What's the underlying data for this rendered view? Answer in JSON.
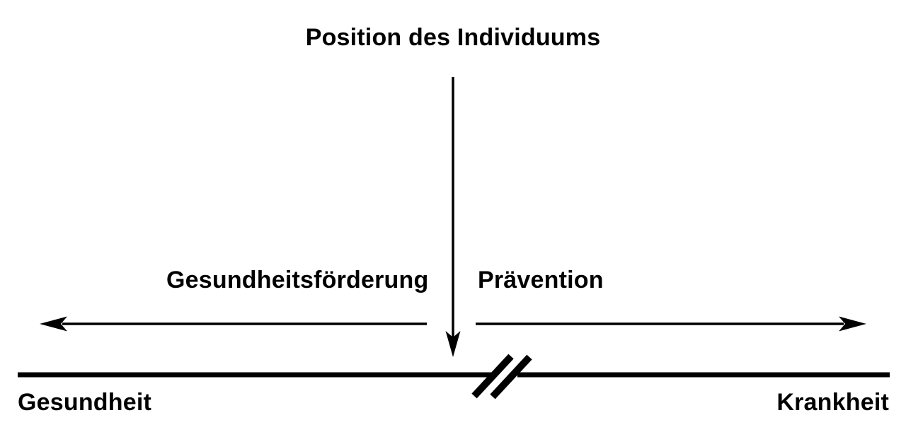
{
  "diagram": {
    "title": "Position des Individuums",
    "left_arrow_label": "Gesundheitsförderung",
    "right_arrow_label": "Prävention",
    "axis": {
      "left_label": "Gesundheit",
      "right_label": "Krankheit"
    },
    "icons": {
      "down_arrow": "position-indicator-down-arrow",
      "left_arrow": "health-promotion-left-arrow",
      "right_arrow": "prevention-right-arrow",
      "axis_break": "axis-break-double-slash"
    },
    "colors": {
      "ink": "#000000",
      "background": "#ffffff"
    }
  }
}
